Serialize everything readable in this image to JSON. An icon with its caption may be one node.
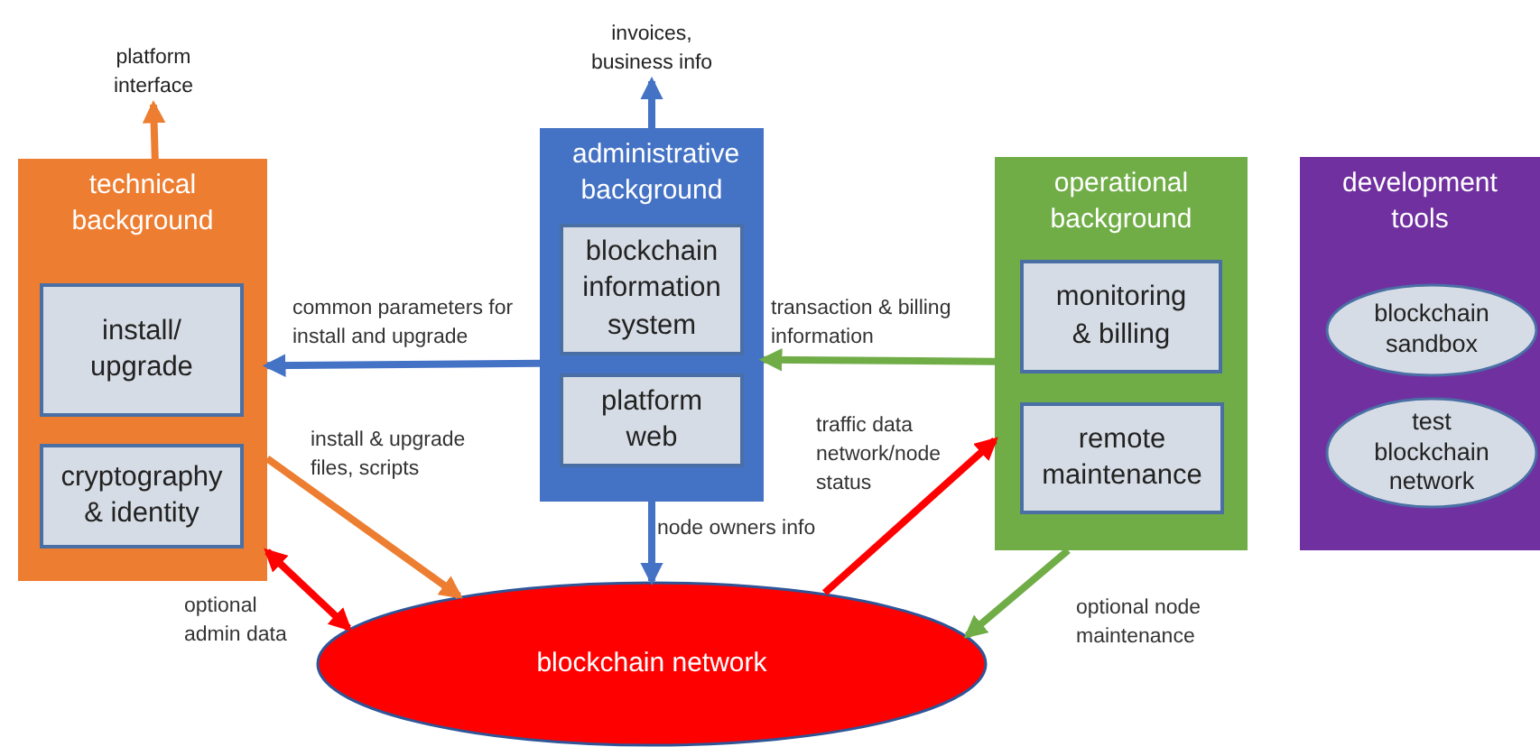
{
  "diagram": {
    "nodes": [
      {
        "text": [
          "technical background"
        ]
      },
      {
        "text": [
          "install/ upgrade"
        ],
        "in": 0
      },
      {
        "text": [
          "cryptography & identity"
        ],
        "in": 0
      },
      {
        "text": [
          "administrative background"
        ]
      },
      {
        "text": [
          "blockchain information system"
        ],
        "in": 3
      },
      {
        "text": [
          "platform web"
        ],
        "in": 3
      },
      {
        "text": [
          "operational background"
        ]
      },
      {
        "text": [
          "monitoring & billing"
        ],
        "in": 6
      },
      {
        "text": [
          "remote maintenance"
        ],
        "in": 6
      },
      {
        "text": [
          "development tools"
        ]
      },
      {
        "text": [
          "blockchain sandbox"
        ],
        "in": 9
      },
      {
        "text": [
          "test blockchain network"
        ],
        "in": 9
      },
      {
        "text": [
          "blockchain network"
        ]
      },
      {
        "text": [
          "platform interface"
        ]
      },
      {
        "text": [
          "invoices, business info"
        ]
      }
    ],
    "edges": [
      {
        "from": 0,
        "to": 13,
        "arrow": "to",
        "color": "#ed7d31"
      },
      {
        "from": 3,
        "to": 14,
        "arrow": "to",
        "color": "#4472c4"
      },
      {
        "from": 3,
        "to": 0,
        "arrow": "to",
        "label": "common parameters for install and upgrade",
        "color": "#4472c4"
      },
      {
        "from": 6,
        "to": 3,
        "arrow": "to",
        "label": "transaction & billing information",
        "color": "#70ad47"
      },
      {
        "from": 0,
        "to": 12,
        "arrow": "to",
        "label": "install & upgrade files, scripts",
        "color": "#ed7d31"
      },
      {
        "from": 0,
        "to": 12,
        "arrow": "both",
        "label": "optional admin data",
        "color": "#ff0000"
      },
      {
        "from": 3,
        "to": 12,
        "arrow": "to",
        "label": "node owners info",
        "color": "#4472c4"
      },
      {
        "from": 12,
        "to": 6,
        "arrow": "to",
        "label": "traffic data network/node status",
        "color": "#ff0000"
      },
      {
        "from": 6,
        "to": 12,
        "arrow": "to",
        "label": "optional node maintenance",
        "color": "#70ad47"
      }
    ]
  }
}
